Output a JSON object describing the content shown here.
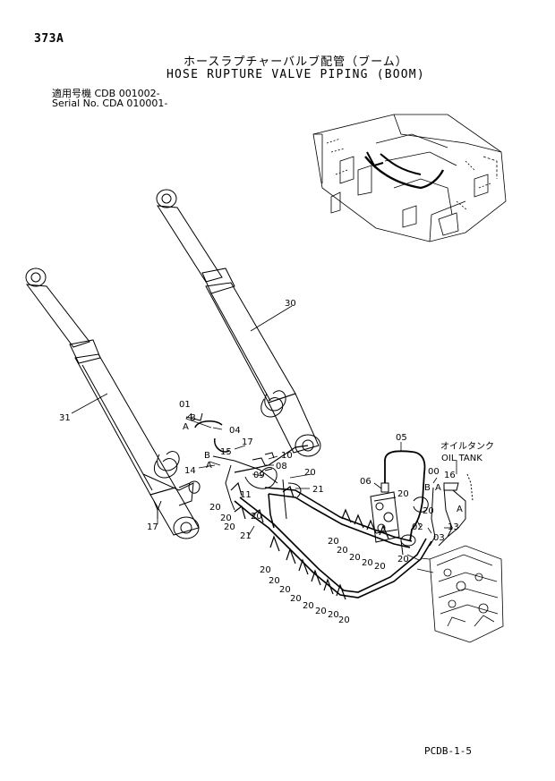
{
  "header": {
    "page_id": "373A",
    "title_jp": "ホースラプチャーバルブ配管（ブーム）",
    "title_en": "HOSE RUPTURE VALVE PIPING (BOOM)",
    "applicable_model": "適用号機 CDB 001002-",
    "serial_no": "Serial No. CDA 010001-"
  },
  "tank_label": {
    "jp": "オイルタンク",
    "en": "OIL TANK"
  },
  "callouts": {
    "c30": "30",
    "c31": "31",
    "c01": "01",
    "c04": "04",
    "c17a": "17",
    "c15": "15",
    "c10": "10",
    "c08": "08",
    "c09": "09",
    "c14": "14",
    "c17b": "17",
    "c21a": "21",
    "c21b": "21",
    "c05": "05",
    "c06": "06",
    "c00": "00",
    "c16": "16",
    "c13": "13",
    "c02": "02",
    "c03": "03",
    "c11": "11",
    "c20": "20",
    "letter_a": "A",
    "letter_b": "B"
  },
  "footer": {
    "code": "PCDB-1-5"
  }
}
